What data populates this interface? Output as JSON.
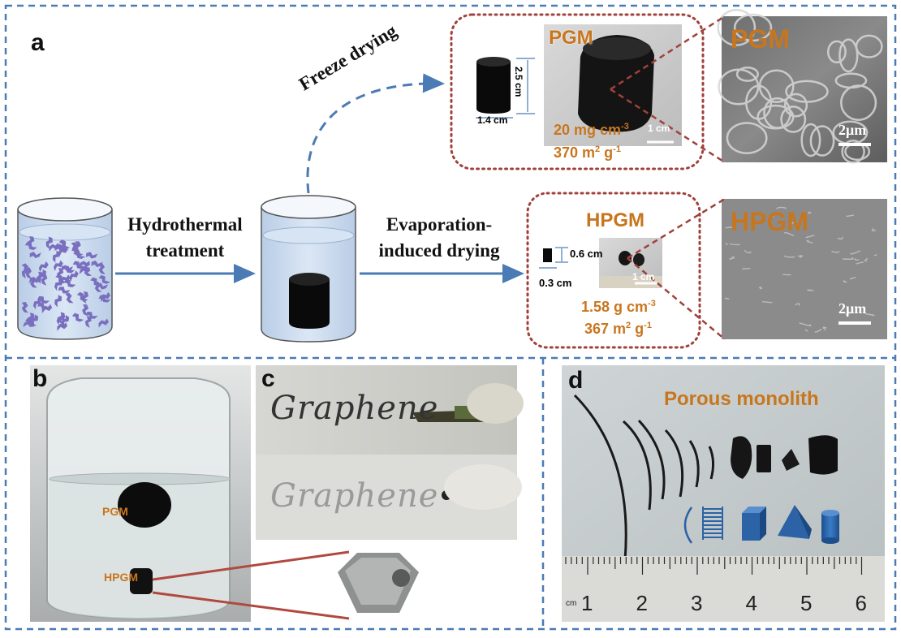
{
  "panels": {
    "a": {
      "letter": "a"
    },
    "b": {
      "letter": "b",
      "pgm_label": "PGM",
      "hpgm_label": "HPGM"
    },
    "c": {
      "letter": "c",
      "word1": "Graphene",
      "word2": "Graphene"
    },
    "d": {
      "letter": "d",
      "title": "Porous monolith",
      "ruler_unit": "cm",
      "ruler_numbers": [
        "1",
        "2",
        "3",
        "4",
        "5",
        "6"
      ]
    }
  },
  "steps": {
    "hydrothermal": [
      "Hydrothermal",
      "treatment"
    ],
    "freeze": "Freeze drying",
    "evaporation": [
      "Evaporation-",
      "induced drying"
    ]
  },
  "pgm": {
    "photo_label": "PGM",
    "sem_label": "PGM",
    "height": "2.5 cm",
    "width": "1.4 cm",
    "scale_photo": "1 cm",
    "scale_sem": "2μm",
    "density_value": "20 mg cm",
    "density_exp": "-3",
    "area_value": "370 m",
    "area_exp1": "2",
    "area_unit": " g",
    "area_exp2": "-1"
  },
  "hpgm": {
    "title": "HPGM",
    "sem_label": "HPGM",
    "height": "0.6 cm",
    "width": "0.3 cm",
    "scale_photo": "1 cm",
    "scale_sem": "2μm",
    "density_value": "1.58 g cm",
    "density_exp": "-3",
    "area_value": "367 m",
    "area_exp1": "2",
    "area_unit": " g",
    "area_exp2": "-1"
  },
  "colors": {
    "dashed_border": "#4a7bb5",
    "arrow_blue": "#4a7bb5",
    "dotted_red": "#a0413b",
    "accent_orange": "#c8761e",
    "water": "#c7daf0",
    "flake_purple": "#7a6fbf",
    "shape_blue": "#2b63a6"
  },
  "icons": [
    "beaker-with-flakes-icon",
    "beaker-with-monolith-icon",
    "cylinder-icon",
    "spring-icon",
    "cube-icon",
    "pyramid-icon"
  ]
}
